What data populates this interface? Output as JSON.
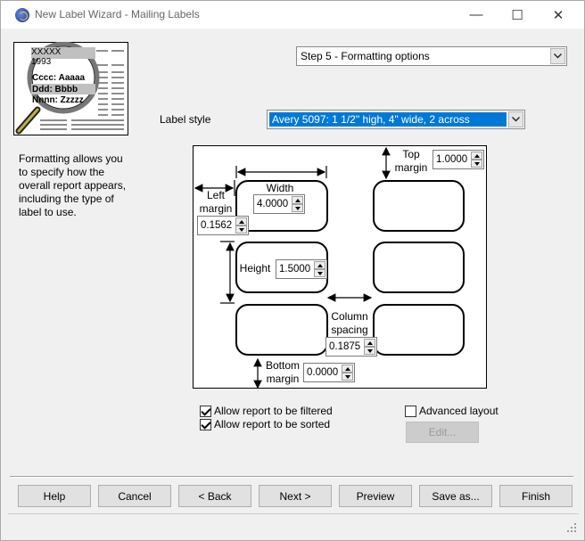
{
  "window": {
    "title": "New Label Wizard - Mailing Labels",
    "minimize_glyph": "—",
    "maximize_glyph": "☐",
    "close_glyph": "✕"
  },
  "illustration": {
    "line1": "XXXXX",
    "line2": "1993",
    "line3": "Cccc: Aaaaa",
    "line4": "Ddd: Bbbb",
    "line5": "Nnnn: Zzzzz"
  },
  "step_select": {
    "value": "Step 5 - Formatting options"
  },
  "label_style": {
    "label": "Label style",
    "value": "Avery 5097: 1 1/2\" high, 4\" wide, 2 across"
  },
  "description": "Formatting allows you to specify how the overall report appears, including the type of label to use.",
  "layout": {
    "top_margin_label_1": "Top",
    "top_margin_label_2": "margin",
    "top_margin_value": "1.0000",
    "width_label": "Width",
    "width_value": "4.0000",
    "left_margin_label_1": "Left",
    "left_margin_label_2": "margin",
    "left_margin_value": "0.1562",
    "height_label": "Height",
    "height_value": "1.5000",
    "column_spacing_label_1": "Column",
    "column_spacing_label_2": "spacing",
    "column_spacing_value": "0.1875",
    "bottom_margin_label_1": "Bottom",
    "bottom_margin_label_2": "margin",
    "bottom_margin_value": "0.0000"
  },
  "options": {
    "allow_filtered": {
      "label": "Allow report to be filtered",
      "checked": true
    },
    "allow_sorted": {
      "label": "Allow report to be sorted",
      "checked": true
    },
    "advanced_layout": {
      "label": "Advanced layout",
      "checked": false
    },
    "edit_label": "Edit..."
  },
  "buttons": {
    "help": "Help",
    "cancel": "Cancel",
    "back": "< Back",
    "next": "Next >",
    "preview": "Preview",
    "save_as": "Save as...",
    "finish": "Finish"
  }
}
